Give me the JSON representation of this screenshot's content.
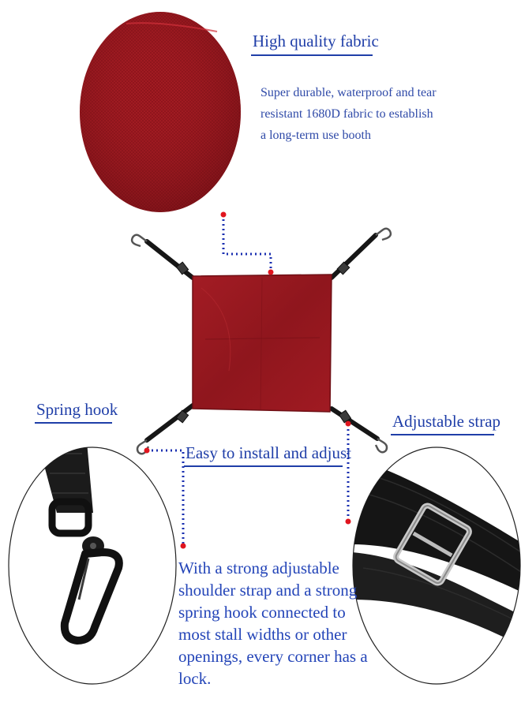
{
  "fabric_section": {
    "heading": "High quality fabric",
    "description_lines": [
      "Super durable, waterproof and tear",
      " resistant 1680D fabric to establish",
      "a long-term use booth"
    ]
  },
  "spring_hook_section": {
    "heading": "Spring hook"
  },
  "strap_section": {
    "heading": "Adjustable strap"
  },
  "install_section": {
    "heading": "Easy to install and adjust",
    "description_lines": [
      "With a strong adjustable",
      " shoulder strap and a strong",
      "spring hook connected to",
      "most stall widths or other",
      "openings, every corner has a",
      "lock."
    ]
  },
  "colors": {
    "fabric_red": "#9a1820",
    "heading_blue": "#1f3ea8",
    "connector_blue": "#1a2fb0",
    "dot_red": "#e0151f",
    "strap_black": "#161616"
  }
}
